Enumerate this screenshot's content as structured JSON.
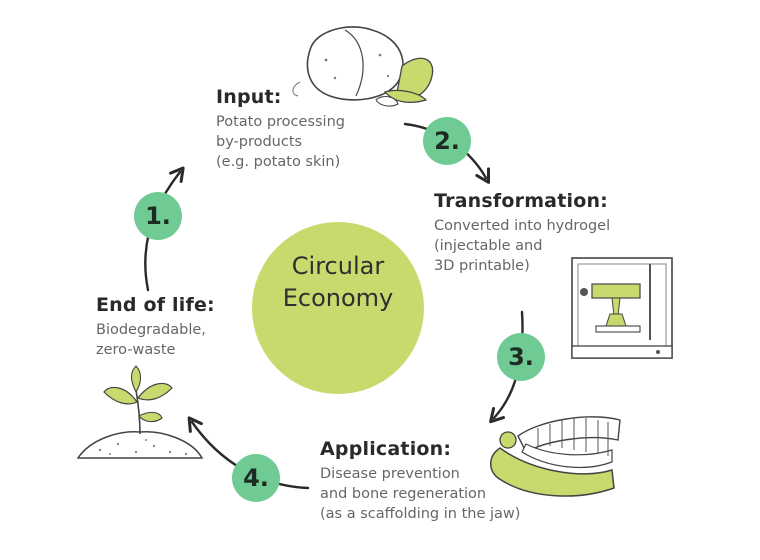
{
  "center": {
    "line1": "Circular",
    "line2": "Economy"
  },
  "stages": {
    "input": {
      "number": "2.",
      "heading": "Input:",
      "lines": [
        "Potato processing",
        "by-products",
        "(e.g. potato skin)"
      ]
    },
    "transformation": {
      "number": "3.",
      "heading": "Transformation:",
      "lines": [
        "Converted into hydrogel",
        "(injectable and",
        "3D printable)"
      ]
    },
    "application": {
      "number": "4.",
      "heading": "Application:",
      "lines": [
        "Disease prevention",
        "and bone regeneration",
        "(as a scaffolding in the jaw)"
      ]
    },
    "end_of_life": {
      "number": "1.",
      "heading": "End of life:",
      "lines": [
        "Biodegradable,",
        "zero-waste"
      ]
    }
  },
  "colors": {
    "accent_green": "#c8da6e",
    "badge_green": "#6fcb93",
    "ink": "#2a2a2a",
    "text_gray": "#666666"
  },
  "icons": [
    "potato-icon",
    "3d-printer-icon",
    "jaw-icon",
    "seedling-icon"
  ]
}
